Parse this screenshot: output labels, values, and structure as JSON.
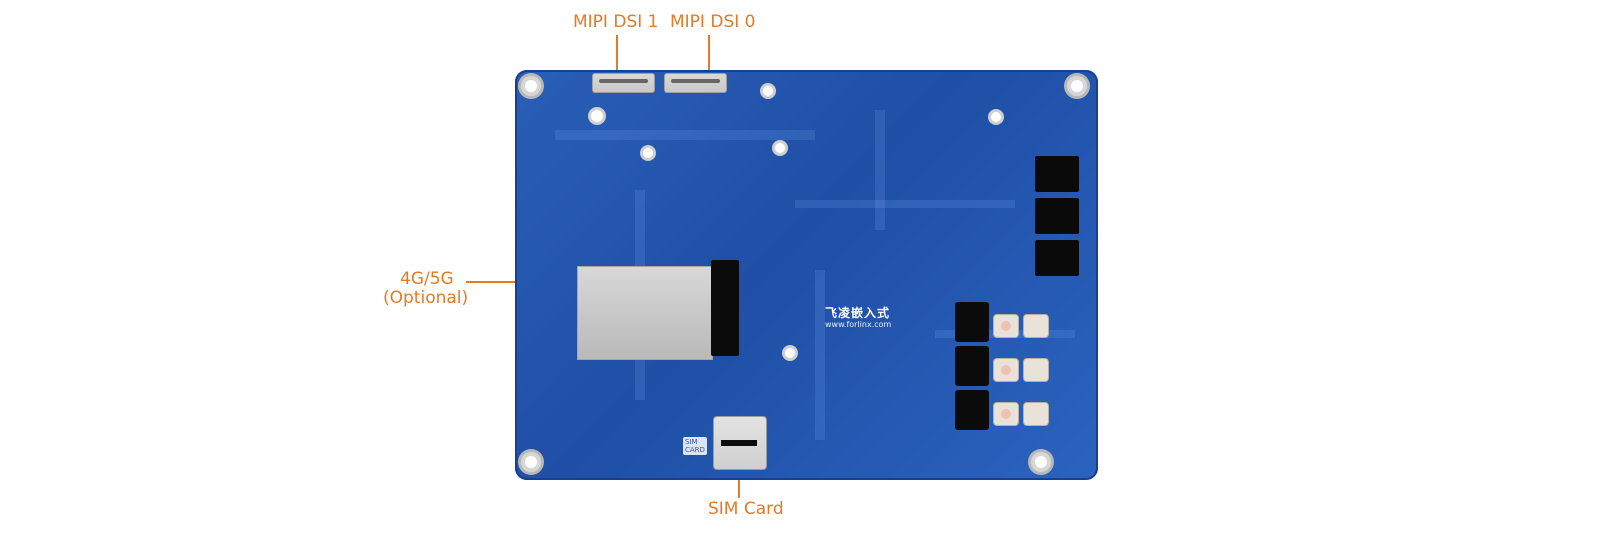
{
  "labels": {
    "mipi_dsi_1": "MIPI DSI 1",
    "mipi_dsi_0": "MIPI DSI 0",
    "g45": "4G/5G",
    "optional": "(Optional)",
    "sim_card": "SIM Card"
  },
  "board": {
    "brand": "飞凌嵌入式",
    "url": "www.forlinx.com",
    "sim_silk": "SIM\nCARD"
  },
  "colors": {
    "accent": "#e27b28",
    "board_blue": "#2a5fb7"
  }
}
